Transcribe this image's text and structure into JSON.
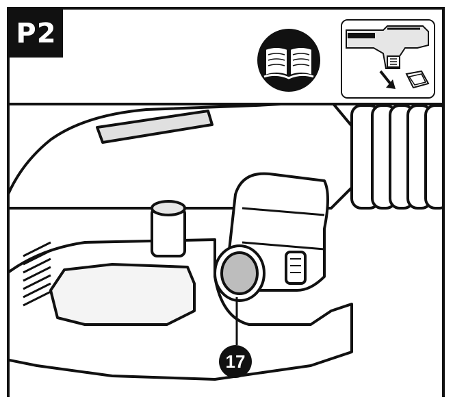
{
  "step": {
    "label": "P2"
  },
  "icons": {
    "manual": "open-book-icon",
    "inset": "battery-removal-inset"
  },
  "illustration": {
    "callout_number": "17"
  },
  "colors": {
    "ink": "#111111",
    "paper": "#ffffff",
    "shade": "#bdbdbd"
  }
}
